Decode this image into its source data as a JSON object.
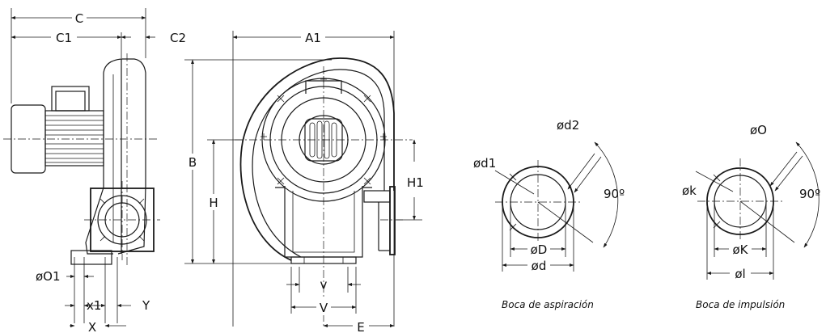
{
  "side_view": {
    "dimensions": {
      "c": "C",
      "c1": "C1",
      "c2": "C2",
      "o1": "øO1",
      "x1": "x1",
      "y": "Y",
      "x": "X"
    }
  },
  "front_view": {
    "dimensions": {
      "a1": "A1",
      "b": "B",
      "h": "H",
      "h1": "H1",
      "v_small": "v",
      "v_large": "V",
      "e": "E"
    }
  },
  "suction_flange": {
    "caption": "Boca de aspiración",
    "dimensions": {
      "d1": "ød1",
      "d2": "ød2",
      "angle": "90º",
      "big_d": "øD",
      "small_d": "ød"
    }
  },
  "discharge_flange": {
    "caption": "Boca de impulsión",
    "dimensions": {
      "k_small": "øk",
      "o": "øO",
      "angle": "90º",
      "k_big": "øK",
      "l": "øl"
    }
  }
}
